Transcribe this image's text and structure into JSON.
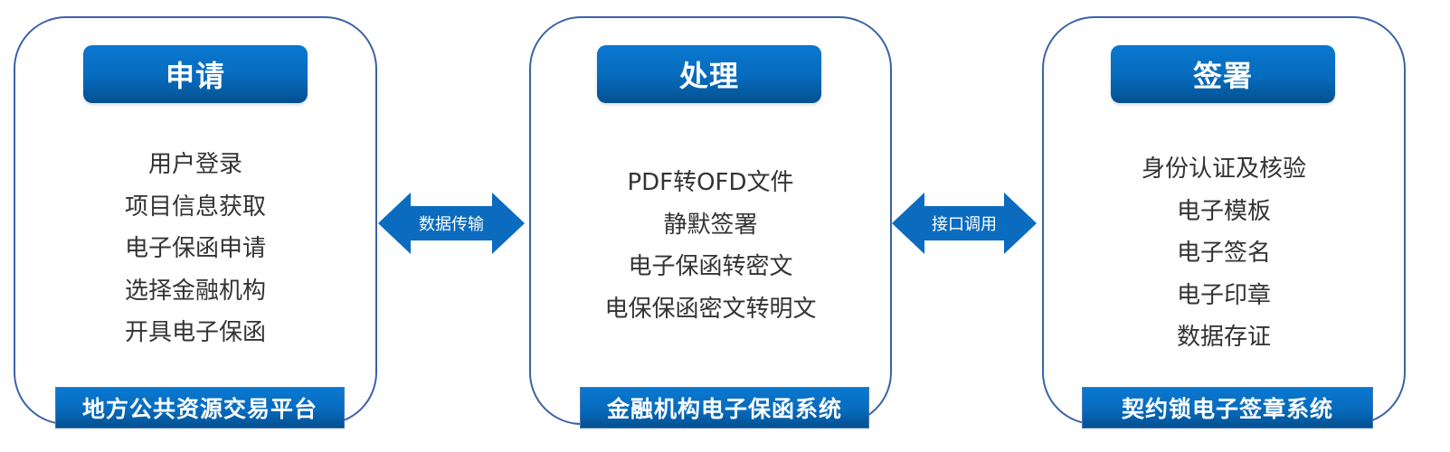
{
  "colors": {
    "accent": "#0a6fc2",
    "panel_border": "#3b62a8",
    "text": "#333333",
    "arrow": "#0b6bbf"
  },
  "panels": [
    {
      "header": "申请",
      "items": [
        "用户登录",
        "项目信息获取",
        "电子保函申请",
        "选择金融机构",
        "开具电子保函"
      ],
      "footer": "地方公共资源交易平台"
    },
    {
      "header": "处理",
      "items": [
        "PDF转OFD文件",
        "静默签署",
        "电子保函转密文",
        "电保保函密文转明文"
      ],
      "footer": "金融机构电子保函系统"
    },
    {
      "header": "签署",
      "items": [
        "身份认证及核验",
        "电子模板",
        "电子签名",
        "电子印章",
        "数据存证"
      ],
      "footer": "契约锁电子签章系统"
    }
  ],
  "connectors": [
    {
      "label": "数据传输",
      "icon": "double-arrow-icon"
    },
    {
      "label": "接口调用",
      "icon": "double-arrow-icon"
    }
  ]
}
